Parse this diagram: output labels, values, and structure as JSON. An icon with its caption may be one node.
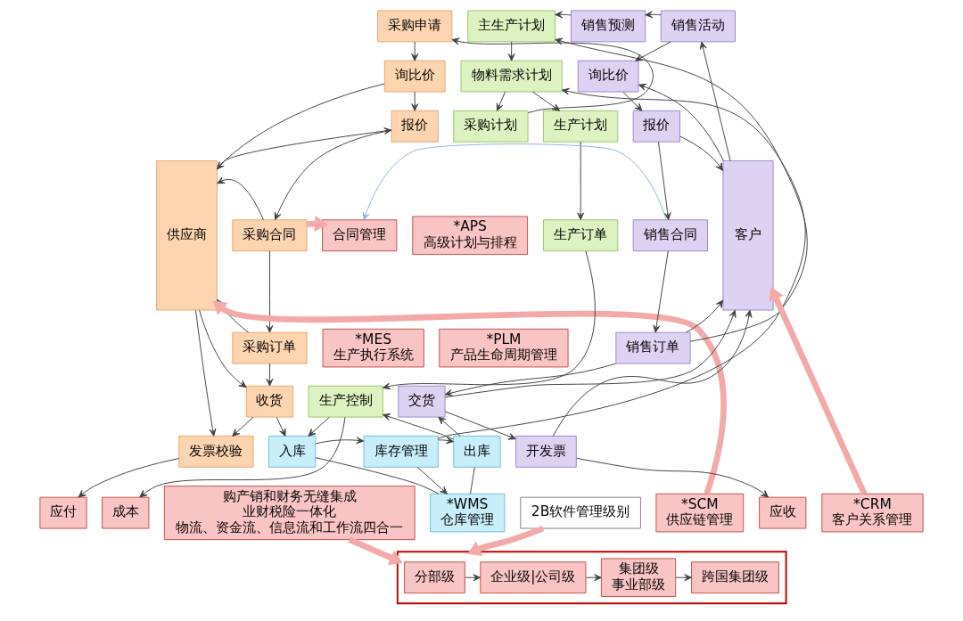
{
  "diagram": {
    "nodes": [
      {
        "text": [
          "供应商"
        ]
      },
      {
        "text": [
          "采购申请"
        ]
      },
      {
        "text": [
          "询比价"
        ]
      },
      {
        "text": [
          "报价"
        ]
      },
      {
        "text": [
          "采购合同"
        ]
      },
      {
        "text": [
          "合同管理"
        ]
      },
      {
        "text": [
          "采购订单"
        ]
      },
      {
        "text": [
          "收货"
        ]
      },
      {
        "text": [
          "发票校验"
        ]
      },
      {
        "text": [
          "*SCM",
          "供应链管理"
        ]
      },
      {
        "text": [
          "应付"
        ]
      },
      {
        "text": [
          "成本"
        ]
      },
      {
        "text": [
          "主生产计划"
        ]
      },
      {
        "text": [
          "物料需求计划"
        ]
      },
      {
        "text": [
          "采购计划"
        ]
      },
      {
        "text": [
          "生产计划"
        ]
      },
      {
        "text": [
          "*APS",
          "高级计划与排程"
        ]
      },
      {
        "text": [
          "生产订单"
        ]
      },
      {
        "text": [
          "*MES",
          "生产执行系统"
        ]
      },
      {
        "text": [
          "*PLM",
          "产品生命周期管理"
        ]
      },
      {
        "text": [
          "生产控制"
        ]
      },
      {
        "text": [
          "入库"
        ]
      },
      {
        "text": [
          "库存管理"
        ]
      },
      {
        "text": [
          "出库"
        ]
      },
      {
        "text": [
          "*WMS",
          "仓库管理"
        ]
      },
      {
        "text": [
          "销售预测"
        ]
      },
      {
        "text": [
          "销售活动"
        ]
      },
      {
        "text": [
          "询比价"
        ]
      },
      {
        "text": [
          "报价"
        ]
      },
      {
        "text": [
          "销售合同"
        ]
      },
      {
        "text": [
          "销售订单"
        ]
      },
      {
        "text": [
          "交货"
        ]
      },
      {
        "text": [
          "开发票"
        ]
      },
      {
        "text": [
          "客户"
        ]
      },
      {
        "text": [
          "*CRM",
          "客户关系管理"
        ]
      },
      {
        "text": [
          "应收"
        ]
      },
      {
        "text": [
          "购产销和财务无缝集成",
          "业财税险一体化",
          "物流、资金流、信息流和工作流四合一"
        ]
      },
      {
        "text": [
          "2B软件管理级别"
        ]
      },
      {
        "text": [],
        "shape": "box"
      },
      {
        "text": [
          "分部级"
        ],
        "in": 38
      },
      {
        "text": [
          "企业级|公司级"
        ],
        "in": 38
      },
      {
        "text": [
          "集团级",
          "事业部级"
        ],
        "in": 38
      },
      {
        "text": [
          "跨国集团级"
        ],
        "in": 38
      }
    ],
    "edges": [
      {
        "from": 1,
        "to": 2,
        "arrow": "to"
      },
      {
        "from": 2,
        "to": 3,
        "arrow": "to"
      },
      {
        "from": 3,
        "to": 4,
        "arrow": "to"
      },
      {
        "from": 4,
        "to": 6,
        "arrow": "to"
      },
      {
        "from": 6,
        "to": 7,
        "arrow": "to"
      },
      {
        "from": 7,
        "to": 8,
        "arrow": "to"
      },
      {
        "from": 2,
        "to": 0,
        "arrow": "to"
      },
      {
        "from": 0,
        "to": 3,
        "arrow": "to"
      },
      {
        "from": 4,
        "to": 0,
        "arrow": "to"
      },
      {
        "from": 6,
        "to": 0,
        "arrow": "to"
      },
      {
        "from": 0,
        "to": 7,
        "arrow": "to"
      },
      {
        "from": 0,
        "to": 8,
        "arrow": "to"
      },
      {
        "from": 4,
        "to": 5,
        "arrow": "to",
        "style": "thick",
        "color": "#f4a9a9"
      },
      {
        "from": 29,
        "to": 5,
        "arrow": "to",
        "color": "#8db3d9"
      },
      {
        "from": 14,
        "to": 1,
        "arrow": "to"
      },
      {
        "from": 8,
        "to": 10,
        "arrow": "to"
      },
      {
        "from": 9,
        "to": 0,
        "arrow": "to",
        "style": "thick",
        "color": "#f4a9a9"
      },
      {
        "from": 12,
        "to": 13,
        "arrow": "to"
      },
      {
        "from": 13,
        "to": 14,
        "arrow": "to"
      },
      {
        "from": 13,
        "to": 15,
        "arrow": "to"
      },
      {
        "from": 15,
        "to": 17,
        "arrow": "to"
      },
      {
        "from": 17,
        "to": 20,
        "arrow": "to"
      },
      {
        "from": 22,
        "to": 13,
        "arrow": "to"
      },
      {
        "from": 20,
        "to": 11,
        "arrow": "to"
      },
      {
        "from": 20,
        "to": 21,
        "arrow": "to"
      },
      {
        "from": 7,
        "to": 21,
        "arrow": "to"
      },
      {
        "from": 21,
        "to": 22,
        "arrow": "to"
      },
      {
        "from": 22,
        "to": 23,
        "arrow": "to"
      },
      {
        "from": 22,
        "to": 24,
        "arrow": "to"
      },
      {
        "from": 21,
        "to": 24,
        "arrow": "none"
      },
      {
        "from": 23,
        "to": 24,
        "arrow": "none"
      },
      {
        "from": 23,
        "to": 20,
        "arrow": "to"
      },
      {
        "from": 23,
        "to": 31,
        "arrow": "to"
      },
      {
        "from": 26,
        "to": 25,
        "arrow": "to"
      },
      {
        "from": 25,
        "to": 12,
        "arrow": "to"
      },
      {
        "from": 30,
        "to": 12,
        "arrow": "to"
      },
      {
        "from": 33,
        "to": 26,
        "arrow": "to"
      },
      {
        "from": 33,
        "to": 27,
        "arrow": "to"
      },
      {
        "from": 28,
        "to": 33,
        "arrow": "to"
      },
      {
        "from": 30,
        "to": 33,
        "arrow": "to"
      },
      {
        "from": 31,
        "to": 33,
        "arrow": "to"
      },
      {
        "from": 32,
        "to": 33,
        "arrow": "to"
      },
      {
        "from": 26,
        "to": 27,
        "arrow": "to"
      },
      {
        "from": 27,
        "to": 28,
        "arrow": "to"
      },
      {
        "from": 28,
        "to": 29,
        "arrow": "to"
      },
      {
        "from": 29,
        "to": 30,
        "arrow": "to"
      },
      {
        "from": 30,
        "to": 31,
        "arrow": "to"
      },
      {
        "from": 31,
        "to": 32,
        "arrow": "to"
      },
      {
        "from": 32,
        "to": 35,
        "arrow": "to"
      },
      {
        "from": 34,
        "to": 33,
        "arrow": "to",
        "style": "thick",
        "color": "#f4a9a9"
      },
      {
        "from": 36,
        "to": 38,
        "arrow": "to",
        "style": "thick",
        "color": "#f4a9a9"
      },
      {
        "from": 37,
        "to": 38,
        "arrow": "to",
        "style": "thick",
        "color": "#f4a9a9"
      },
      {
        "from": 39,
        "to": 40,
        "arrow": "to"
      },
      {
        "from": 40,
        "to": 41,
        "arrow": "to"
      },
      {
        "from": 41,
        "to": 42,
        "arrow": "to"
      }
    ]
  }
}
